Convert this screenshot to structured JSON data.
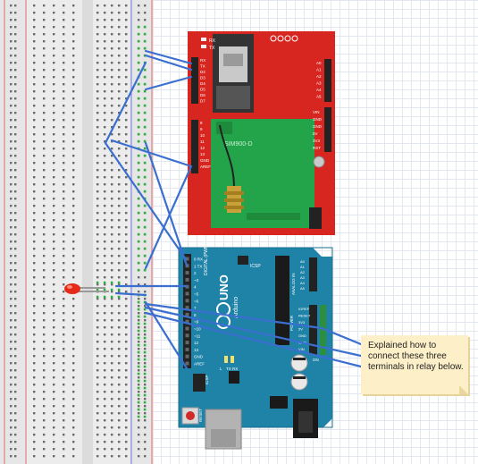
{
  "shield": {
    "module_label": "SIM900-D",
    "rx_label": "RX",
    "tx_label": "TX",
    "side_title": "Arduino",
    "pin_labels_left": [
      "RX",
      "TX",
      "D2",
      "D3",
      "D4",
      "D5",
      "D6",
      "D7"
    ],
    "pin_labels_left2": [
      "8",
      "9",
      "10",
      "11",
      "12",
      "13",
      "GND",
      "AREF"
    ],
    "pin_labels_right": [
      "A0",
      "A1",
      "A2",
      "A3",
      "A4",
      "A5"
    ],
    "pin_labels_power": [
      "VIN",
      "GND",
      "GND",
      "5V",
      "3V3",
      "RST"
    ]
  },
  "arduino": {
    "logo_text": "UNO",
    "brand_text": "Arduino",
    "digital_label": "DIGITAL (PWM~)",
    "icsp_label": "ICSP",
    "icsp2_label": "ICSP",
    "power_label": "POWER",
    "analog_label": "ANALOG IN",
    "reset_label": "RESET",
    "l_label": "L",
    "tx_label": "TX",
    "rx_label": "RX",
    "on_label": "ON",
    "digital_pins": [
      "0 RX",
      "1 TX",
      "2",
      "~3",
      "4",
      "~5",
      "~6",
      "7",
      "8",
      "~9",
      "~10",
      "~11",
      "12",
      "13",
      "GND",
      "AREF"
    ],
    "power_pins": [
      "IOREF",
      "RESET",
      "3V3",
      "5V",
      "GND",
      "GND",
      "VIN"
    ],
    "analog_pins": [
      "A0",
      "A1",
      "A2",
      "A3",
      "A4",
      "A5"
    ]
  },
  "note": {
    "text": "Explained how to connect these three terminals in relay below."
  },
  "colors": {
    "wire": "#3a6fd0",
    "shield_red": "#d6261f",
    "board_blue": "#1f83a8",
    "breadboard": "#eeeeee",
    "rail_red": "#e36a6a",
    "rail_blue": "#6a78e3",
    "led_red": "#e52a1a",
    "note_bg": "#fdf0c8"
  }
}
